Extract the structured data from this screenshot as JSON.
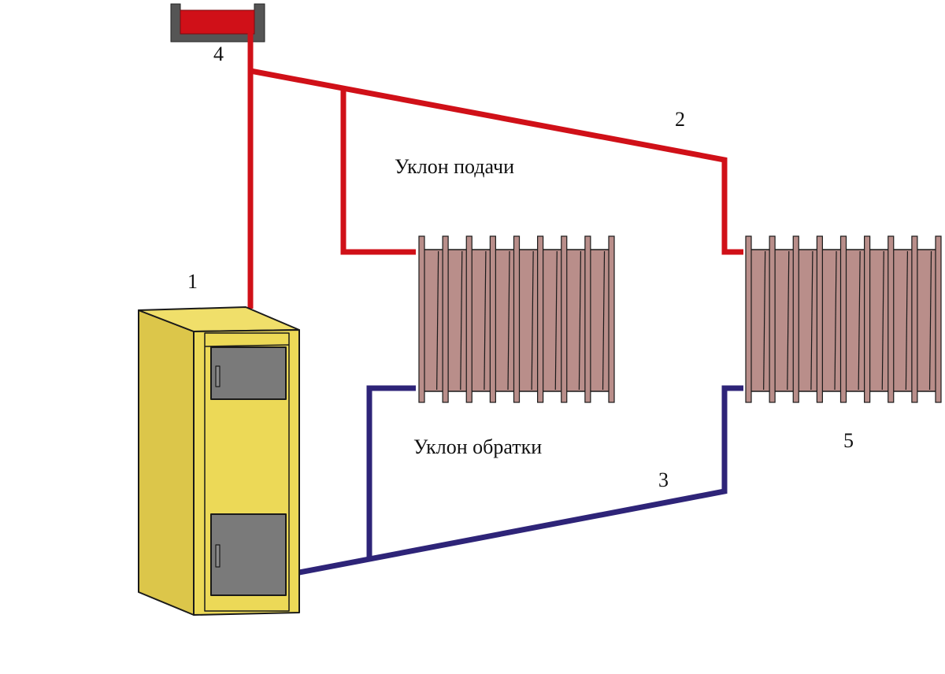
{
  "labels": {
    "boiler": "1",
    "supply_pipe": "2",
    "return_pipe": "3",
    "expansion_tank": "4",
    "radiator": "5",
    "supply_slope": "Уклон подачи",
    "return_slope": "Уклон обратки"
  },
  "colors": {
    "supply": "#d01018",
    "return": "#2e2478",
    "boiler_front": "#ecd957",
    "boiler_side": "#dcc64a",
    "boiler_top": "#f0df6a",
    "door": "#7a7a7a",
    "tank": "#555555",
    "radiator": "#b98e8a",
    "outline": "#1a1a1a"
  },
  "radiators": [
    {
      "name": "radiator-left",
      "sections": 9
    },
    {
      "name": "radiator-right",
      "sections": 9
    }
  ]
}
